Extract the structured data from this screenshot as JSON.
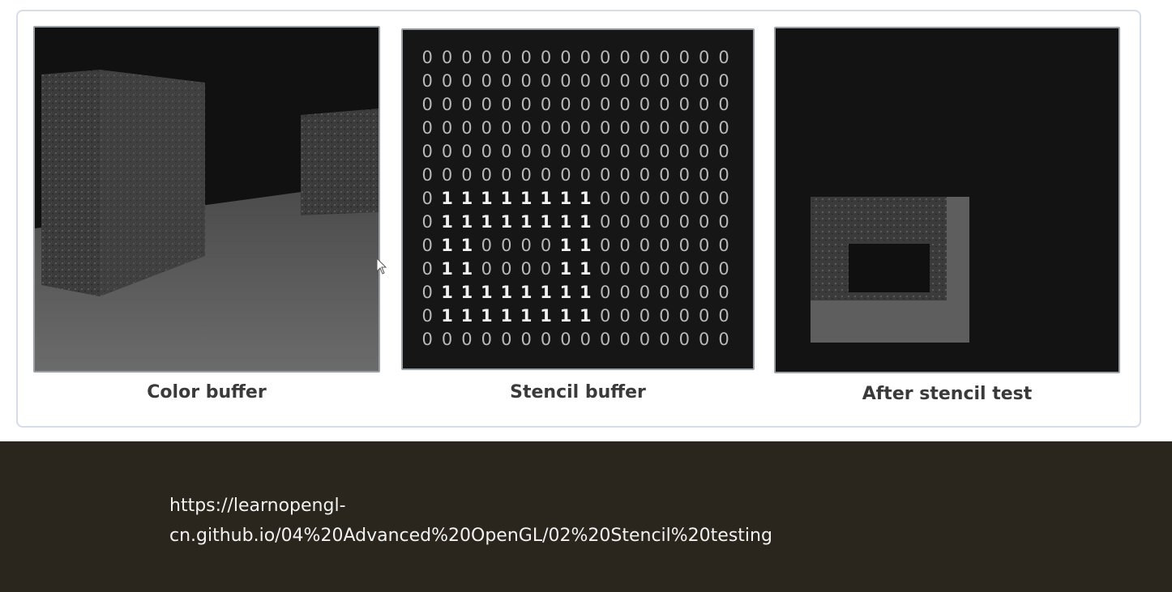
{
  "figure": {
    "panels": [
      {
        "caption": "Color buffer"
      },
      {
        "caption": "Stencil buffer"
      },
      {
        "caption": "After stencil test"
      }
    ],
    "stencil_grid": [
      "0000000000000000",
      "0000000000000000",
      "0000000000000000",
      "0000000000000000",
      "0000000000000000",
      "0000000000000000",
      "0111111110000000",
      "0111111110000000",
      "0110000110000000",
      "0110000110000000",
      "0111111110000000",
      "0111111110000000",
      "0000000000000000"
    ]
  },
  "url": {
    "line1": "https://learnopengl-",
    "line2": "cn.github.io/04%20Advanced%20OpenGL/02%20Stencil%20testing"
  }
}
